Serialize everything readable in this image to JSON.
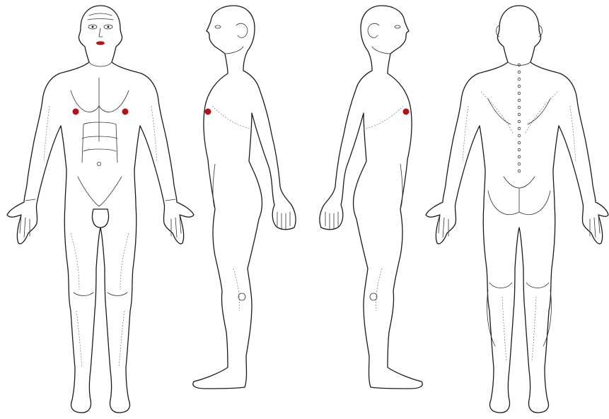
{
  "colors": {
    "marker": "#b3121c",
    "outline": "#1a1a1a",
    "background": "#ffffff"
  },
  "views": [
    {
      "name": "front",
      "label": ""
    },
    {
      "name": "right-side",
      "label": ""
    },
    {
      "name": "left-side",
      "label": ""
    },
    {
      "name": "back",
      "label": ""
    }
  ]
}
